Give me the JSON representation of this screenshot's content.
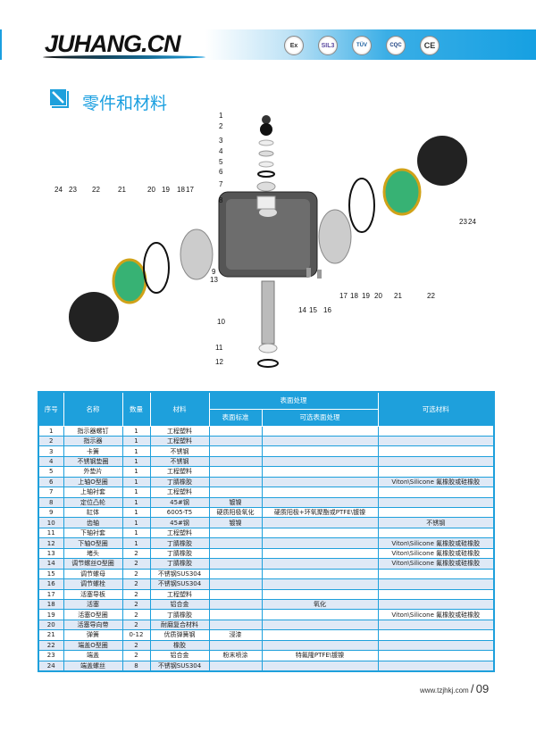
{
  "brand": {
    "logo": "JUHANG.CN",
    "certs": [
      "Ex",
      "SIL3",
      "TÜV",
      "CQC",
      "CE"
    ]
  },
  "section": {
    "title": "零件和材料"
  },
  "diagram": {
    "callouts": [
      {
        "n": "1"
      },
      {
        "n": "2"
      },
      {
        "n": "3"
      },
      {
        "n": "4"
      },
      {
        "n": "5"
      },
      {
        "n": "6"
      },
      {
        "n": "7"
      },
      {
        "n": "8"
      },
      {
        "n": "24"
      },
      {
        "n": "23"
      },
      {
        "n": "22"
      },
      {
        "n": "21"
      },
      {
        "n": "20"
      },
      {
        "n": "19"
      },
      {
        "n": "18"
      },
      {
        "n": "17"
      },
      {
        "n": "23"
      },
      {
        "n": "24"
      },
      {
        "n": "9"
      },
      {
        "n": "13"
      },
      {
        "n": "14"
      },
      {
        "n": "15"
      },
      {
        "n": "16"
      },
      {
        "n": "17"
      },
      {
        "n": "18"
      },
      {
        "n": "19"
      },
      {
        "n": "20"
      },
      {
        "n": "21"
      },
      {
        "n": "22"
      },
      {
        "n": "10"
      },
      {
        "n": "11"
      },
      {
        "n": "12"
      }
    ]
  },
  "table": {
    "headers": {
      "no": "序号",
      "name": "名称",
      "qty": "数量",
      "material": "材料",
      "surface": "表面处理",
      "surface_std": "表面标准",
      "surface_opt": "可选表面处理",
      "opt_material": "可选材料"
    },
    "rows": [
      [
        "1",
        "指示器螺钉",
        "1",
        "工程塑料",
        "",
        "",
        ""
      ],
      [
        "2",
        "指示器",
        "1",
        "工程塑料",
        "",
        "",
        ""
      ],
      [
        "3",
        "卡簧",
        "1",
        "不锈钢",
        "",
        "",
        ""
      ],
      [
        "4",
        "不锈钢垫圈",
        "1",
        "不锈钢",
        "",
        "",
        ""
      ],
      [
        "5",
        "外垫片",
        "1",
        "工程塑料",
        "",
        "",
        ""
      ],
      [
        "6",
        "上轴O型圈",
        "1",
        "丁腈橡胶",
        "",
        "",
        "Viton\\Silicone 氟橡胶或硅橡胶"
      ],
      [
        "7",
        "上轴衬套",
        "1",
        "工程塑料",
        "",
        "",
        ""
      ],
      [
        "8",
        "定位凸轮",
        "1",
        "45#钢",
        "镀镍",
        "",
        ""
      ],
      [
        "9",
        "缸体",
        "1",
        "6005-T5",
        "硬质阳极氧化",
        "硬质阳极+环氧聚酯或PTFE\\镀镍",
        ""
      ],
      [
        "10",
        "齿轴",
        "1",
        "45#钢",
        "镀镍",
        "",
        "不锈钢"
      ],
      [
        "11",
        "下轴衬套",
        "1",
        "工程塑料",
        "",
        "",
        ""
      ],
      [
        "12",
        "下轴O型圈",
        "1",
        "丁腈橡胶",
        "",
        "",
        "Viton\\Silicone 氟橡胶或硅橡胶"
      ],
      [
        "13",
        "堵头",
        "2",
        "丁腈橡胶",
        "",
        "",
        "Viton\\Silicone 氟橡胶或硅橡胶"
      ],
      [
        "14",
        "调节螺丝O型圈",
        "2",
        "丁腈橡胶",
        "",
        "",
        "Viton\\Silicone 氟橡胶或硅橡胶"
      ],
      [
        "15",
        "调节螺母",
        "2",
        "不锈钢SUS304",
        "",
        "",
        ""
      ],
      [
        "16",
        "调节螺栓",
        "2",
        "不锈钢SUS304",
        "",
        "",
        ""
      ],
      [
        "17",
        "活塞导板",
        "2",
        "工程塑料",
        "",
        "",
        ""
      ],
      [
        "18",
        "活塞",
        "2",
        "铝合金",
        "",
        "氧化",
        ""
      ],
      [
        "19",
        "活塞O型圈",
        "2",
        "丁腈橡胶",
        "",
        "",
        "Viton\\Silicone 氟橡胶或硅橡胶"
      ],
      [
        "20",
        "活塞导向带",
        "2",
        "耐磨复合材料",
        "",
        "",
        ""
      ],
      [
        "21",
        "弹簧",
        "0-12",
        "优质弹簧钢",
        "浸漆",
        "",
        ""
      ],
      [
        "22",
        "端盖O型圈",
        "2",
        "橡胶",
        "",
        "",
        ""
      ],
      [
        "23",
        "端盖",
        "2",
        "铝合金",
        "粉末喷涂",
        "特氟隆PTFE\\镀镍",
        ""
      ],
      [
        "24",
        "端盖螺丝",
        "8",
        "不锈钢SUS304",
        "",
        "",
        ""
      ]
    ]
  },
  "footer": {
    "url": "www.tzjhkj.com",
    "sep": "/",
    "page": "09"
  },
  "colors": {
    "accent": "#1ea0dc",
    "row_alt": "#dfe9f6"
  }
}
